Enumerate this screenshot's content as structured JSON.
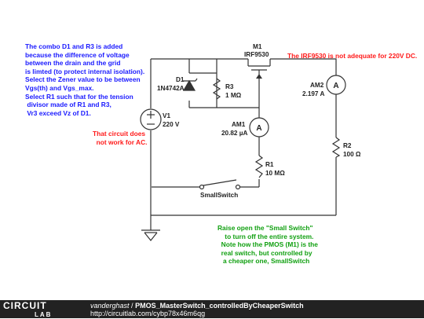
{
  "notes": {
    "left_blue": "The combo D1 and R3 is added\nbecause the difference of voltage\nbetween the drain and the grid\nis limted (to protect internal isolation).\nSelect the Zener value to be between\nVgs(th) and Vgs_max.\nSelect R1 such that for the tension\n divisor made of R1 and R3,\n Vr3 exceed Vz of D1.",
    "top_red": "The IRF9530 is not adequate for 220V DC.",
    "mid_red": "That circuit does\n  not work for AC.",
    "bottom_green": "Raise open the \"Small Switch\"\n    to turn off the entire system.\n  Note how the PMOS (M1) is the\n  real switch, but controlled by\n   a cheaper one, SmallSwitch"
  },
  "components": {
    "M1": {
      "ref": "M1",
      "value": "IRF9530"
    },
    "D1": {
      "ref": "D1",
      "value": "1N4742A"
    },
    "R3": {
      "ref": "R3",
      "value": "1 MΩ"
    },
    "V1": {
      "ref": "V1",
      "value": "220 V"
    },
    "AM1": {
      "ref": "AM1",
      "value": "20.82 µA"
    },
    "AM2": {
      "ref": "AM2",
      "value": "2.197 A"
    },
    "R1": {
      "ref": "R1",
      "value": "10 MΩ"
    },
    "R2": {
      "ref": "R2",
      "value": "100 Ω"
    },
    "SW": {
      "ref": "SmallSwitch"
    }
  },
  "footer": {
    "logo_top": "CIRCUIT",
    "logo_bottom": "LAB",
    "author": "vanderghast",
    "separator": " / ",
    "title": "PMOS_MasterSwitch_controlledByCheaperSwitch",
    "url": "http://circuitlab.com/cybp78x46m6qg"
  },
  "colors": {
    "wire": "#333333",
    "blue": "#1a1aff",
    "red": "#ff1a1a",
    "green": "#11a011",
    "footer": "#222222"
  }
}
